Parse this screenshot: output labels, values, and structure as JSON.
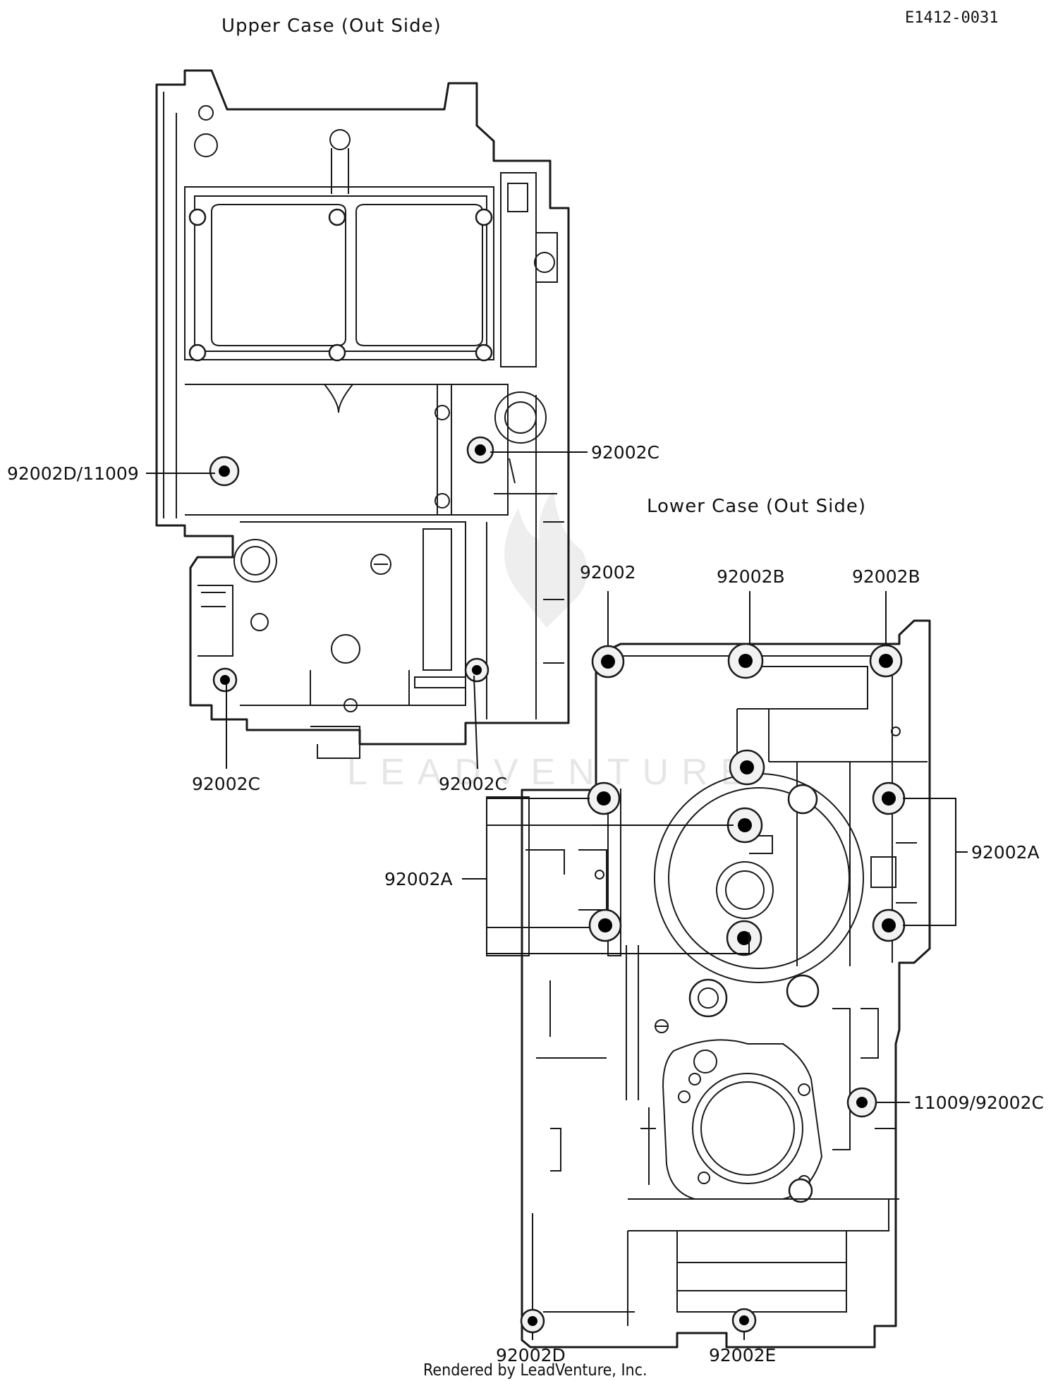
{
  "diagram_code": "E1412-0031",
  "titles": {
    "upper": "Upper Case (Out Side)",
    "lower": "Lower Case (Out Side)"
  },
  "callouts": {
    "upper_left": "92002D/11009",
    "upper_right": "92002C",
    "upper_bottom_left": "92002C",
    "upper_bottom_right": "92002C",
    "lower_top_1": "92002",
    "lower_top_2": "92002B",
    "lower_top_3": "92002B",
    "lower_right_a": "92002A",
    "lower_left_a": "92002A",
    "lower_right_mid": "11009/92002C",
    "lower_bottom_d": "92002D",
    "lower_bottom_e": "92002E"
  },
  "watermark": "LEADVENTURE",
  "credit": "Rendered by LeadVenture, Inc."
}
